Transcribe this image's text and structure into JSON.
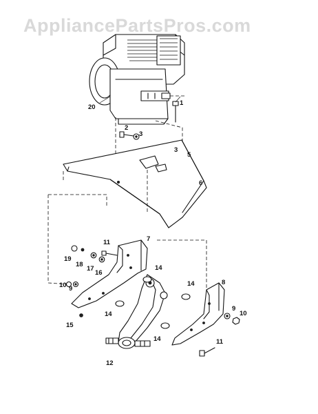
{
  "watermark": "AppliancePartsPros.com",
  "callouts": [
    "20",
    "1",
    "2",
    "3",
    "3",
    "5",
    "6",
    "7",
    "11",
    "19",
    "18",
    "17",
    "16",
    "10",
    "9",
    "14",
    "14",
    "14",
    "14",
    "8",
    "9",
    "10",
    "15",
    "12",
    "11"
  ]
}
